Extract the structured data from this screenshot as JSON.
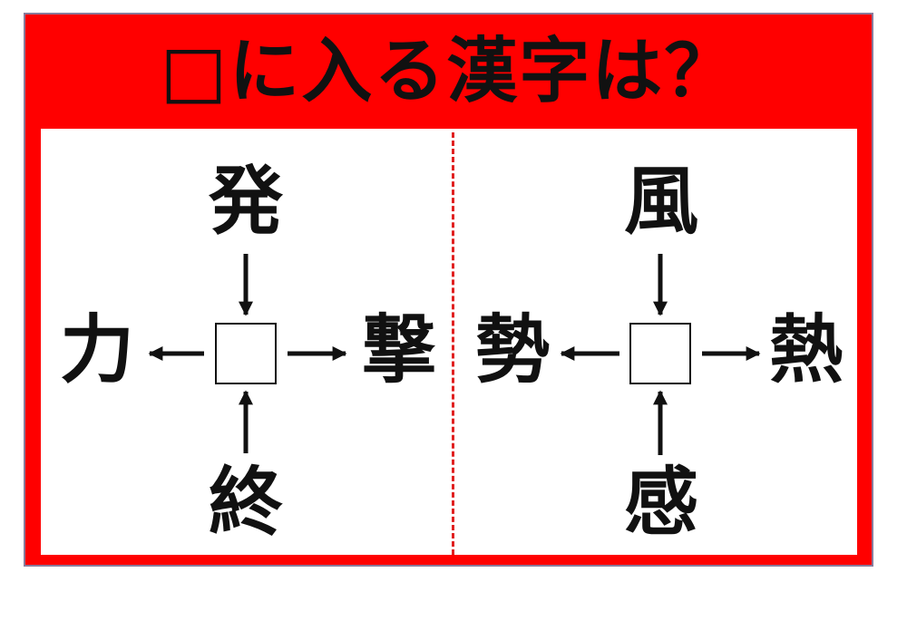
{
  "title": "□に入る漢字は？",
  "puzzles": [
    {
      "top": "発",
      "left": "力",
      "right": "撃",
      "bottom": "終",
      "answer_box": "□"
    },
    {
      "top": "風",
      "left": "勢",
      "right": "熱",
      "bottom": "感",
      "answer_box": "□"
    }
  ],
  "colors": {
    "frame": "#ff0000",
    "divider": "#e02020",
    "text": "#111111"
  }
}
